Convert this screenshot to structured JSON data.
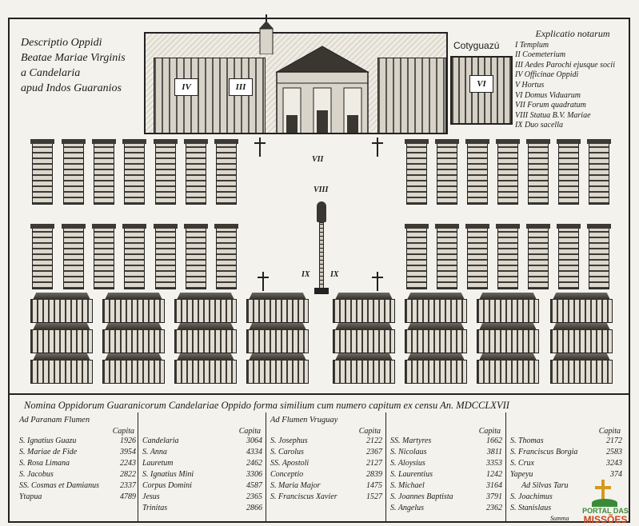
{
  "title": {
    "lines": [
      "Descriptio Oppidi",
      "Beatae Mariae Virginis",
      "a Candelaria",
      "apud Indos Guaranios"
    ]
  },
  "annotation": {
    "cotyguazu": "Cotyguazú"
  },
  "church": {
    "wing_labels": [
      "IV",
      "III"
    ],
    "coty_label": "VI"
  },
  "plaza": {
    "plaza_label": "VII",
    "column_label": "VIII",
    "chapel_labels": [
      "IX",
      "IX"
    ]
  },
  "legend": {
    "title": "Explicatio notarum",
    "items": [
      "I Templum",
      "II Coemeterium",
      "III Aedes Parochi ejusque socii",
      "IV Officinae Oppidi",
      "V Hortus",
      "VI Domus Viduarum",
      "VII Forum quadratum",
      "VIII Statua B.V. Mariae",
      "IX Duo sacella"
    ]
  },
  "table": {
    "heading": "Nomina Oppidorum Guaranicorum Candelariae Oppido forma similium cum numero capitum ex censu An. MDCCLXVII",
    "capita_label": "Capita",
    "columns": [
      {
        "header": "Ad Paranam Flumen",
        "rows": [
          {
            "name": "S. Ignatius Guazu",
            "value": "1926"
          },
          {
            "name": "S. Mariae de Fide",
            "value": "3954"
          },
          {
            "name": "S. Rosa Limana",
            "value": "2243"
          },
          {
            "name": "S. Jacobus",
            "value": "2822"
          },
          {
            "name": "SS. Cosmas et Damianus",
            "value": "2337"
          },
          {
            "name": "Ytapua",
            "value": "4789"
          }
        ]
      },
      {
        "header": "",
        "rows": [
          {
            "name": "Candelaria",
            "value": "3064"
          },
          {
            "name": "S. Anna",
            "value": "4334"
          },
          {
            "name": "Lauretum",
            "value": "2462"
          },
          {
            "name": "S. Ignatius Mini",
            "value": "3306"
          },
          {
            "name": "Corpus Domini",
            "value": "4587"
          },
          {
            "name": "Jesus",
            "value": "2365"
          },
          {
            "name": "Trinitas",
            "value": "2866"
          }
        ]
      },
      {
        "header": "Ad Flumen Vruguay",
        "rows": [
          {
            "name": "S. Josephus",
            "value": "2122"
          },
          {
            "name": "S. Carolus",
            "value": "2367"
          },
          {
            "name": "SS. Apostoli",
            "value": "2127"
          },
          {
            "name": "Conceptio",
            "value": "2839"
          },
          {
            "name": "S. Maria Major",
            "value": "1475"
          },
          {
            "name": "S. Franciscus Xavier",
            "value": "1527"
          }
        ]
      },
      {
        "header": "",
        "rows": [
          {
            "name": "SS. Martyres",
            "value": "1662"
          },
          {
            "name": "S. Nicolaus",
            "value": "3811"
          },
          {
            "name": "S. Aloysius",
            "value": "3353"
          },
          {
            "name": "S. Laurentius",
            "value": "1242"
          },
          {
            "name": "S. Michael",
            "value": "3164"
          },
          {
            "name": "S. Joannes Baptista",
            "value": "3791"
          },
          {
            "name": "S. Angelus",
            "value": "2362"
          }
        ]
      },
      {
        "header": "",
        "rows": [
          {
            "name": "S. Thomas",
            "value": "2172"
          },
          {
            "name": "S. Franciscus Borgia",
            "value": "2583"
          },
          {
            "name": "S. Crux",
            "value": "3243"
          },
          {
            "name": "Yapeyu",
            "value": "374"
          },
          {
            "name": "Ad Silvas Taru",
            "value": ""
          },
          {
            "name": "S. Joachimus",
            "value": ""
          },
          {
            "name": "S. Stanislaus",
            "value": ""
          },
          {
            "name": "Summa",
            "value": ""
          }
        ]
      }
    ]
  },
  "logo": {
    "line1": "PORTAL DAS",
    "line2": "MISSÕES"
  }
}
